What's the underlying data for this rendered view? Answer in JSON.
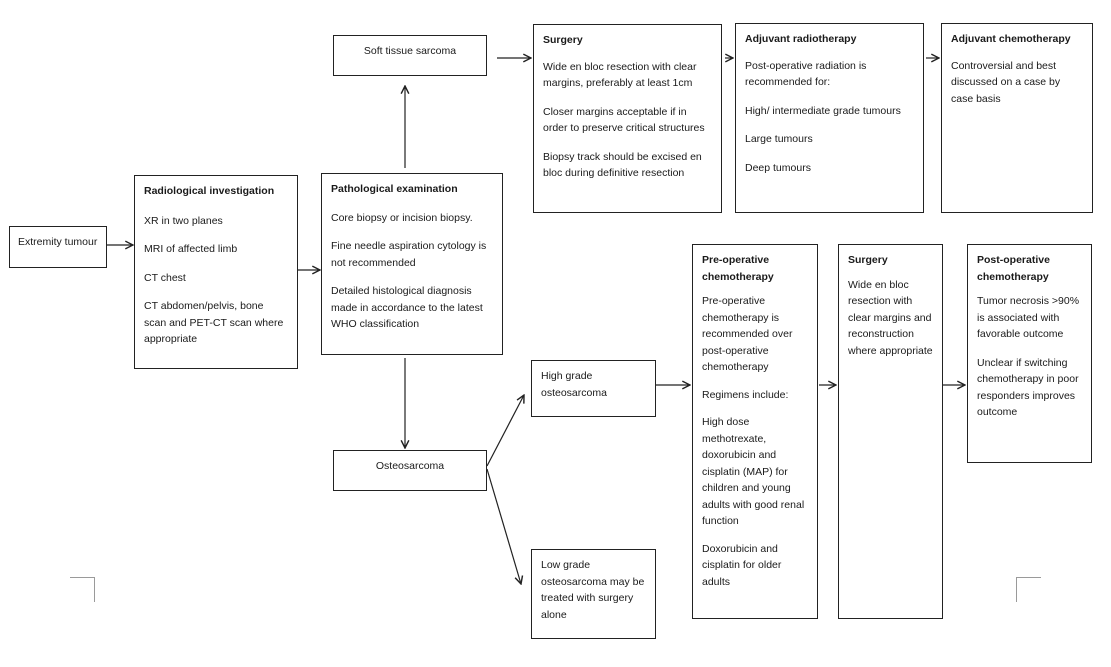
{
  "diagram": {
    "extremity": {
      "label": "Extremity tumour"
    },
    "radiology": {
      "title": "Radiological investigation",
      "items": [
        "XR in two planes",
        "MRI of affected limb",
        "CT chest",
        "CT abdomen/pelvis, bone scan and PET-CT scan where appropriate"
      ]
    },
    "pathology": {
      "title": "Pathological examination",
      "items": [
        "Core biopsy or incision biopsy.",
        "Fine needle aspiration cytology is not recommended",
        "Detailed histological diagnosis made in accordance to the latest WHO classification"
      ]
    },
    "soft_tissue": {
      "label": "Soft tissue sarcoma"
    },
    "sts_surgery": {
      "title": "Surgery",
      "items": [
        "Wide en bloc resection with clear margins, preferably at least 1cm",
        "Closer margins acceptable if in order to preserve critical structures",
        "Biopsy track should be excised en bloc during definitive resection"
      ]
    },
    "adj_radio": {
      "title": "Adjuvant radiotherapy",
      "items": [
        "Post-operative radiation is recommended for:",
        "High/ intermediate grade tumours",
        "Large tumours",
        "Deep tumours"
      ]
    },
    "adj_chemo": {
      "title": "Adjuvant chemotherapy",
      "items": [
        "Controversial and best discussed on a case by case basis"
      ]
    },
    "osteosarcoma": {
      "label": "Osteosarcoma"
    },
    "high_grade": {
      "label": "High grade osteosarcoma"
    },
    "low_grade": {
      "label": "Low grade osteosarcoma may be treated with surgery alone"
    },
    "preop_chemo": {
      "title": "Pre-operative chemotherapy",
      "items": [
        "Pre-operative chemotherapy is recommended over post-operative chemotherapy",
        "Regimens include:",
        "High dose methotrexate, doxorubicin and cisplatin (MAP) for children and young adults with good renal function",
        "Doxorubicin and cisplatin for older adults"
      ]
    },
    "os_surgery": {
      "title": "Surgery",
      "items": [
        "Wide en bloc resection with clear margins and reconstruction where appropriate"
      ]
    },
    "postop_chemo": {
      "title": "Post-operative chemotherapy",
      "items": [
        "Tumor necrosis >90% is associated with favorable outcome",
        "Unclear if switching chemotherapy in poor responders improves outcome"
      ]
    }
  }
}
